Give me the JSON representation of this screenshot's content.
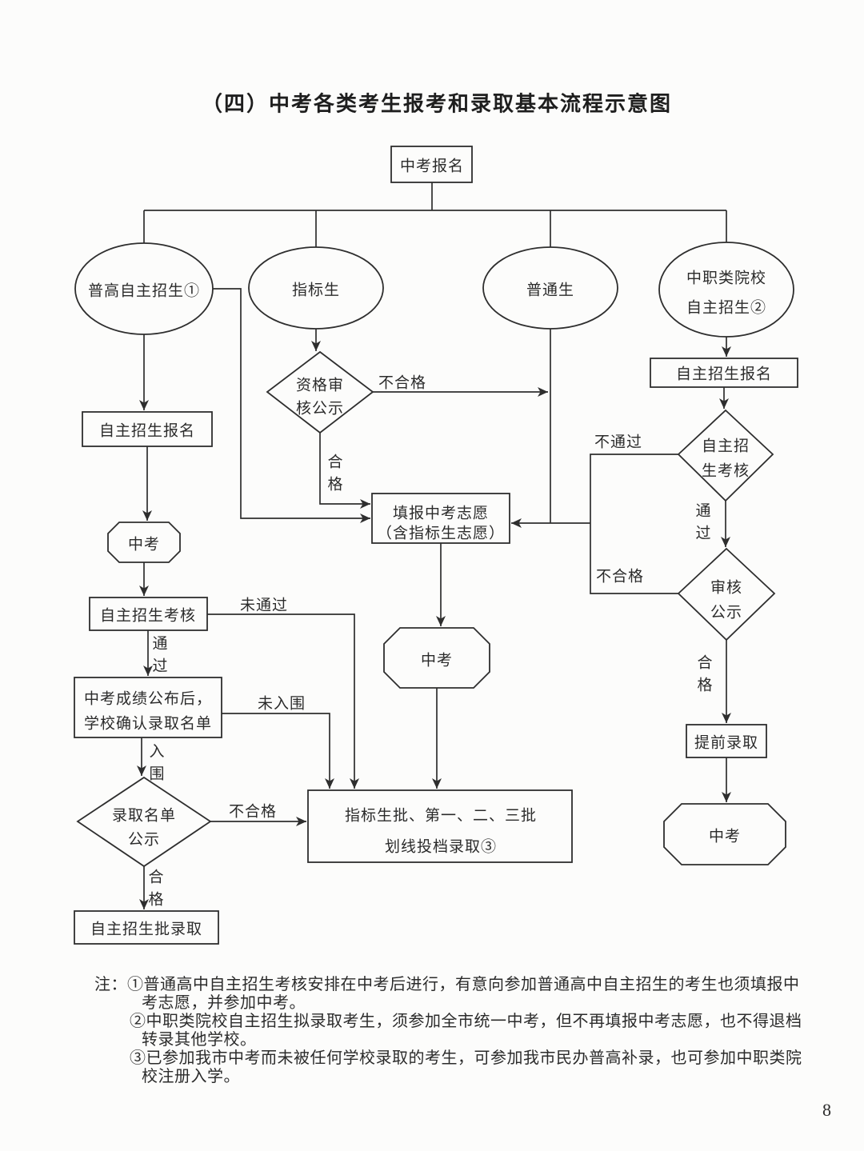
{
  "title": "（四）中考各类考生报考和录取基本流程示意图",
  "page_number": "8",
  "nodes": {
    "start": "中考报名",
    "ellipse_pugao": "普高自主招生①",
    "ellipse_zhibiao": "指标生",
    "ellipse_putong": "普通生",
    "ellipse_zhongzhi": {
      "lines": [
        "中职类院校",
        "自主招生②"
      ]
    },
    "diamond_qualify": {
      "lines": [
        "资格审",
        "核公示"
      ]
    },
    "box_fill_wish": {
      "lines": [
        "填报中考志愿",
        "（含指标生志愿）"
      ]
    },
    "box_left_apply": "自主招生报名",
    "oct_left_exam": "中考",
    "box_left_assess": "自主招生考核",
    "box_left_confirm": {
      "lines": [
        "中考成绩公布后，",
        "学校确认录取名单"
      ]
    },
    "diamond_left_list": {
      "lines": [
        "录取名单",
        "公示"
      ]
    },
    "box_left_admit": "自主招生批录取",
    "oct_mid_exam": "中考",
    "box_batch": {
      "lines": [
        "指标生批、第一、二、三批",
        "划线投档录取③"
      ]
    },
    "box_right_apply": "自主招生报名",
    "diamond_right_assess": {
      "lines": [
        "自主招",
        "生考核"
      ]
    },
    "diamond_right_review": {
      "lines": [
        "审核",
        "公示"
      ]
    },
    "box_right_early": "提前录取",
    "oct_right_exam": "中考"
  },
  "edge_labels": {
    "qualify_fail": "不合格",
    "qualify_pass": "合格",
    "assess_fail": "未通过",
    "assess_pass": "通过",
    "confirm_out": "未入围",
    "confirm_in": "入围",
    "list_fail": "不合格",
    "list_pass": "合格",
    "right_assess_fail": "不通过",
    "right_assess_pass": "通过",
    "right_review_fail": "不合格",
    "right_review_pass": "合格"
  },
  "notes": {
    "lines": [
      "注：①普通高中自主招生考核安排在中考后进行，有意向参加普通高中自主招生的考生也须填报中",
      "考志愿，并参加中考。",
      "②中职类院校自主招生拟录取考生，须参加全市统一中考，但不再填报中考志愿，也不得退档",
      "转录其他学校。",
      "③已参加我市中考而未被任何学校录取的考生，可参加我市民办普高补录，也可参加中职类院",
      "校注册入学。"
    ]
  }
}
